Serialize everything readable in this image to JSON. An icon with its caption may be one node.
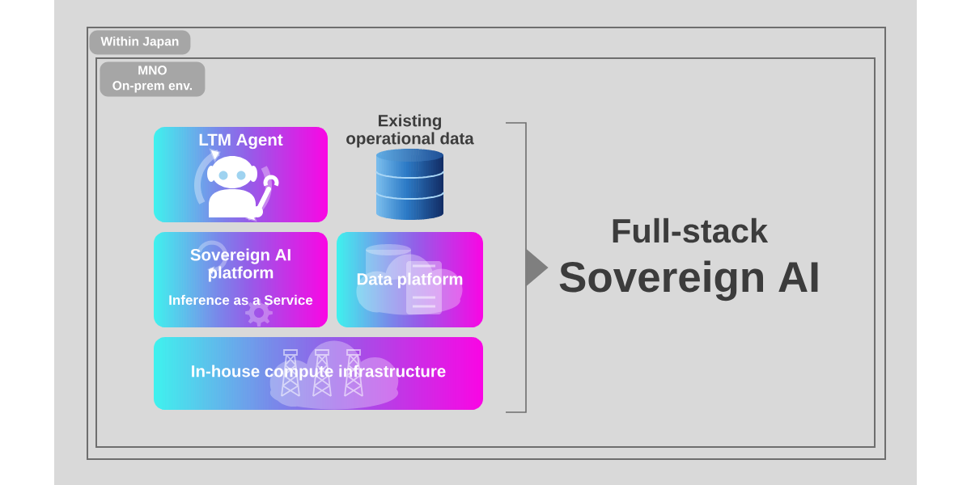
{
  "diagram": {
    "nodes": [
      {
        "text": [
          "Within Japan"
        ]
      },
      {
        "text": [
          "MNO On-prem env."
        ],
        "in": 0
      },
      {
        "text": [
          "LTM Agent"
        ],
        "in": 1
      },
      {
        "text": [
          "Existing operational data"
        ],
        "in": 1
      },
      {
        "text": [
          "Sovereign AI platform",
          "Inference as a Service"
        ],
        "in": 1
      },
      {
        "text": [
          "Data platform"
        ],
        "in": 1
      },
      {
        "text": [
          "In-house compute infrastructure"
        ],
        "in": 1
      },
      {
        "text": [
          "Full-stack",
          "Sovereign AI"
        ],
        "in": 1
      }
    ],
    "edges": [
      {
        "from": null,
        "to": 7,
        "arrow": "to"
      }
    ]
  }
}
